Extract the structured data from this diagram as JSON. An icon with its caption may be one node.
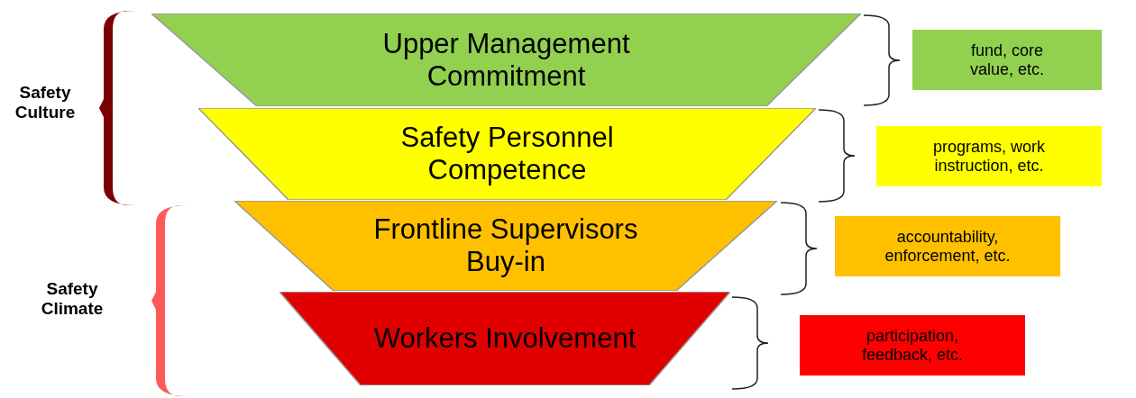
{
  "diagram": {
    "nodes": [
      {
        "text": [
          "Upper Management Commitment"
        ]
      },
      {
        "text": [
          "Safety Personnel Competence"
        ]
      },
      {
        "text": [
          "Frontline Supervisors Buy-in"
        ]
      },
      {
        "text": [
          "Workers Involvement"
        ]
      },
      {
        "text": [
          "fund, core value, etc."
        ]
      },
      {
        "text": [
          "programs, work instruction, etc."
        ]
      },
      {
        "text": [
          "accountability, enforcement, etc."
        ]
      },
      {
        "text": [
          "participation, feedback, etc."
        ]
      },
      {
        "text": [],
        "shape": "bracket"
      },
      {
        "text": [],
        "shape": "bracket"
      }
    ],
    "edges": [],
    "labels": [
      "Safety Culture",
      "Safety Climate"
    ]
  }
}
